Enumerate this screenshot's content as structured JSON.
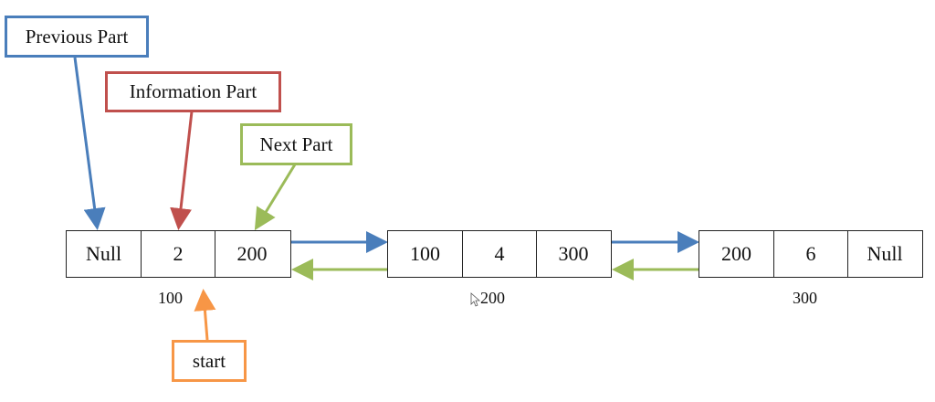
{
  "colors": {
    "previous": "#4a7ebb",
    "information": "#c0504d",
    "next": "#9bbb59",
    "start": "#f79646",
    "forward_link": "#4a7ebb",
    "backward_link": "#9bbb59"
  },
  "callouts": {
    "previous_part": "Previous Part",
    "information_part": "Information Part",
    "next_part": "Next Part",
    "start": "start"
  },
  "nodes": [
    {
      "address": "100",
      "prev": "Null",
      "info": "2",
      "next": "200"
    },
    {
      "address": "200",
      "prev": "100",
      "info": "4",
      "next": "300"
    },
    {
      "address": "300",
      "prev": "200",
      "info": "6",
      "next": "Null"
    }
  ]
}
